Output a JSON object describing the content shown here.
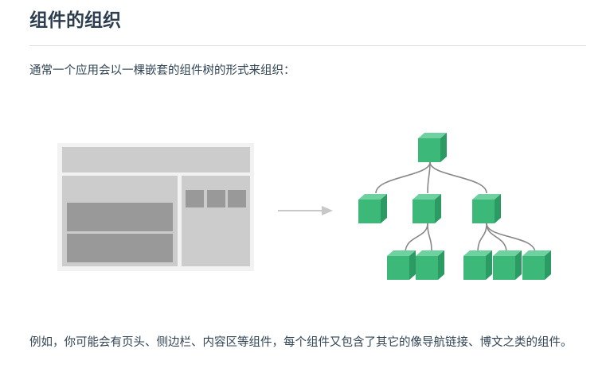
{
  "page": {
    "title": "组件的组织",
    "intro": "通常一个应用会以一棵嵌套的组件树的形式来组织：",
    "detail": "例如，你可能会有页头、侧边栏、内容区等组件，每个组件又包含了其它的像导航链接、博文之类的组件。"
  },
  "colors": {
    "title": "#2c3e50",
    "text": "#304455",
    "rule": "#dddddd",
    "layout_frame": "#f2f2f2",
    "layout_light": "#cccccc",
    "layout_dark": "#999999",
    "arrow": "#c8c8c8",
    "connector": "#888888",
    "cube_front": "#3cb879",
    "cube_top": "#6fd1a0",
    "cube_side": "#2c9a63"
  },
  "diagram": {
    "layout_icon": "page-layout-wireframe",
    "arrow_icon": "right-arrow-icon",
    "tree_icon": "component-tree",
    "tree": {
      "name": "root",
      "children": [
        {
          "name": "header",
          "children": []
        },
        {
          "name": "main",
          "children": [
            {
              "name": "main-child-1"
            },
            {
              "name": "main-child-2"
            }
          ]
        },
        {
          "name": "sidebar",
          "children": [
            {
              "name": "sidebar-child-1"
            },
            {
              "name": "sidebar-child-2"
            },
            {
              "name": "sidebar-child-3"
            }
          ]
        }
      ]
    }
  }
}
